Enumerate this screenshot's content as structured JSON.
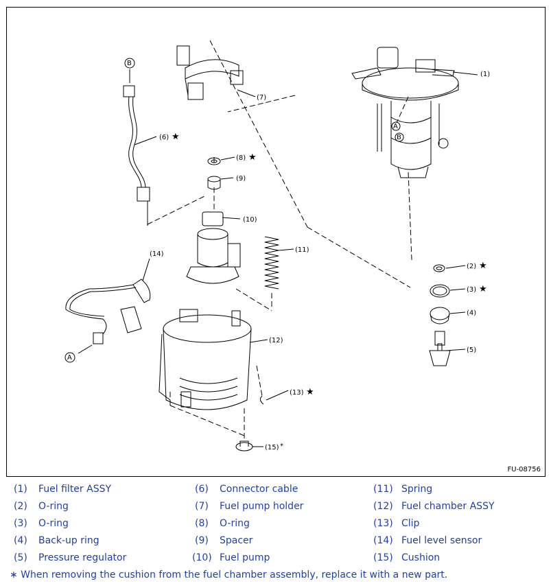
{
  "figure_code": "FU-08756",
  "callouts": {
    "c1": "(1)",
    "c2": "(2)",
    "c3": "(3)",
    "c4": "(4)",
    "c5": "(5)",
    "c6": "(6)",
    "c7": "(7)",
    "c8": "(8)",
    "c9": "(9)",
    "c10": "(10)",
    "c11": "(11)",
    "c12": "(12)",
    "c13": "(13)",
    "c14": "(14)",
    "c15": "(15)",
    "star": "★",
    "asterisk": "*",
    "ref_a": "A",
    "ref_b": "B"
  },
  "legend": [
    {
      "num": "(1)",
      "name": "Fuel filter ASSY"
    },
    {
      "num": "(2)",
      "name": "O-ring"
    },
    {
      "num": "(3)",
      "name": "O-ring"
    },
    {
      "num": "(4)",
      "name": "Back-up ring"
    },
    {
      "num": "(5)",
      "name": "Pressure regulator"
    },
    {
      "num": "(6)",
      "name": "Connector cable"
    },
    {
      "num": "(7)",
      "name": "Fuel pump holder"
    },
    {
      "num": "(8)",
      "name": "O-ring"
    },
    {
      "num": "(9)",
      "name": "Spacer"
    },
    {
      "num": "(10)",
      "name": "Fuel pump"
    },
    {
      "num": "(11)",
      "name": "Spring"
    },
    {
      "num": "(12)",
      "name": "Fuel chamber ASSY"
    },
    {
      "num": "(13)",
      "name": "Clip"
    },
    {
      "num": "(14)",
      "name": "Fuel level sensor"
    },
    {
      "num": "(15)",
      "name": "Cushion"
    }
  ],
  "note": "∗ When removing the cushion from the fuel chamber assembly, replace it with a new part."
}
